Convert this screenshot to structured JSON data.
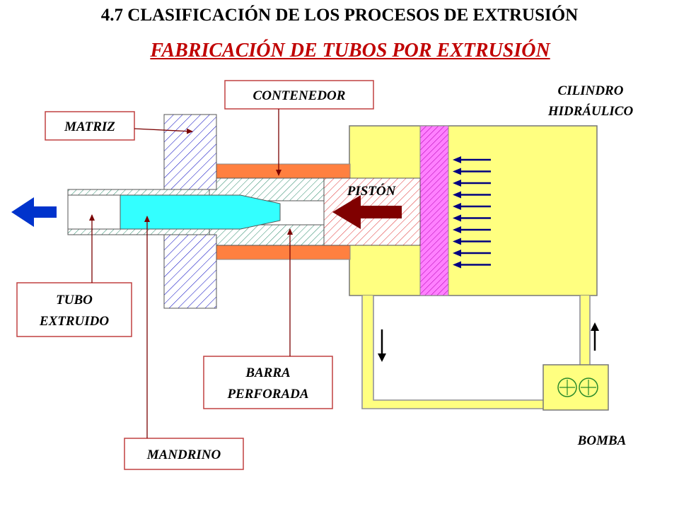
{
  "header": {
    "title": "4.7  CLASIFICACIÓN  DE LOS PROCESOS DE EXTRUSIÓN",
    "subtitle": "FABRICACIÓN DE TUBOS POR EXTRUSIÓN"
  },
  "labels": {
    "contenedor": "CONTENEDOR",
    "matriz": "MATRIZ",
    "cilindro_line1": "CILINDRO",
    "cilindro_line2": "HIDRÁULICO",
    "piston": "PISTÓN",
    "tubo_line1": "TUBO",
    "tubo_line2": "EXTRUIDO",
    "barra_line1": "BARRA",
    "barra_line2": "PERFORADA",
    "mandrino": "MANDRINO",
    "bomba": "BOMBA"
  },
  "colors": {
    "title_red": "#c00000",
    "cylinder_yellow": "#ffff80",
    "container_orange": "#ff8040",
    "mandrel_cyan": "#33ffff",
    "piston_plate_pink": "#ff80ff",
    "die_hatch_blue": "#0000c0",
    "arrow_blue": "#0033cc",
    "arrow_navy": "#000080",
    "piston_arrow_red": "#800000"
  }
}
